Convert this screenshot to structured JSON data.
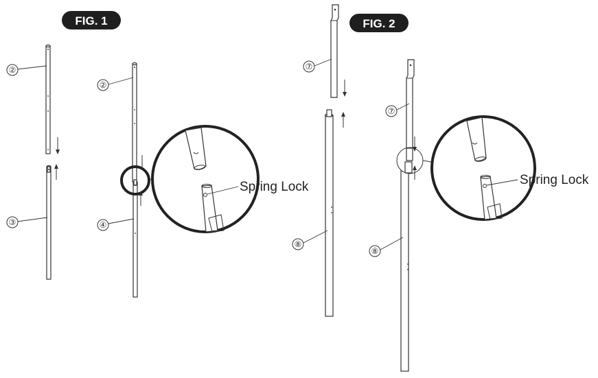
{
  "figures": [
    {
      "id": "fig1",
      "label": "FIG. 1"
    },
    {
      "id": "fig2",
      "label": "FIG. 2"
    }
  ],
  "parts": {
    "p2": "②",
    "p3": "③",
    "p4": "④",
    "p7": "⑦",
    "p8": "⑧"
  },
  "callouts": {
    "spring_lock_fig1": "Spring Lock",
    "spring_lock_fig2": "Spring Lock"
  },
  "colors": {
    "line": "#333333",
    "badge": "#1f1f1f",
    "badge_text": "#ffffff"
  }
}
